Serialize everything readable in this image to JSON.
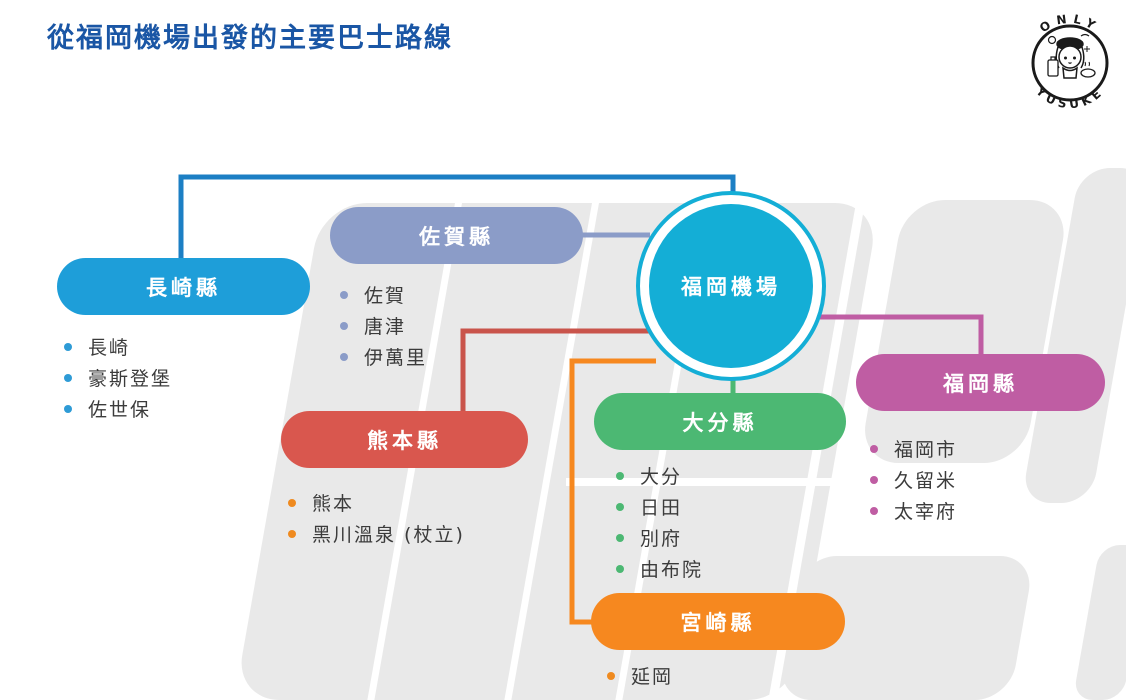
{
  "title": "從福岡機場出發的主要巴士路線",
  "logo": {
    "top": "ONLY",
    "bottom": "YUSUKE"
  },
  "center": {
    "label": "福岡機場",
    "color": "#14aed6"
  },
  "background_color": "#e9e9e9",
  "title_color": "#1a56a5",
  "prefectures": [
    {
      "id": "saga",
      "label": "佐賀縣",
      "color": "#8b9cc8",
      "line_color": "#8b9cc8",
      "bullet_color": "#8b9cc8",
      "cities": [
        "佐賀",
        "唐津",
        "伊萬里"
      ]
    },
    {
      "id": "nagasaki",
      "label": "長崎縣",
      "color": "#1e9ed9",
      "line_color": "#1c7fc4",
      "bullet_color": "#2e9bd6",
      "cities": [
        "長崎",
        "豪斯登堡",
        "佐世保"
      ]
    },
    {
      "id": "kumamoto",
      "label": "熊本縣",
      "color": "#d9574e",
      "line_color": "#c9544b",
      "bullet_color": "#ef8a1f",
      "cities": [
        "熊本",
        "黑川溫泉 (杖立)"
      ]
    },
    {
      "id": "oita",
      "label": "大分縣",
      "color": "#4cb873",
      "line_color": "#4cb873",
      "bullet_color": "#4cb873",
      "cities": [
        "大分",
        "日田",
        "別府",
        "由布院"
      ]
    },
    {
      "id": "miyazaki",
      "label": "宮崎縣",
      "color": "#f6881f",
      "line_color": "#f6881f",
      "bullet_color": "#ef8a1f",
      "cities": [
        "延岡"
      ]
    },
    {
      "id": "fukuoka",
      "label": "福岡縣",
      "color": "#bf5da3",
      "line_color": "#bf5da3",
      "bullet_color": "#bf5da3",
      "cities": [
        "福岡市",
        "久留米",
        "太宰府"
      ]
    }
  ]
}
